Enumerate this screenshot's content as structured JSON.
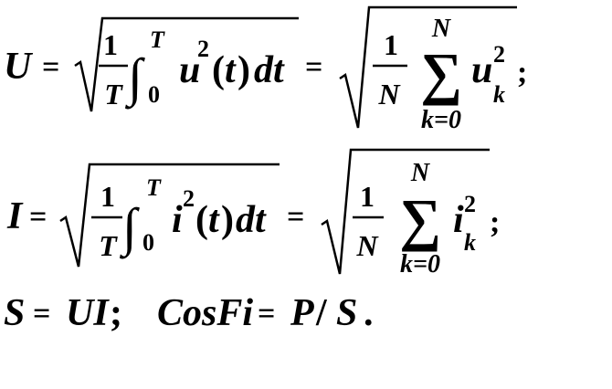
{
  "formulas": {
    "voltage": {
      "lhs": "U",
      "eq1": "=",
      "frac_num": "1",
      "frac_den": "T",
      "int_symbol": "∫",
      "int_upper": "T",
      "int_lower": "0",
      "integrand_var": "u",
      "integrand_exp": "2",
      "paren_open": "(",
      "paren_var": "t",
      "paren_close": ")",
      "dt": "dt",
      "eq2": "=",
      "frac2_num": "1",
      "frac2_den": "N",
      "sum_symbol": "∑",
      "sum_upper": "N",
      "sum_lower": "k=0",
      "term_var": "u",
      "term_exp": "2",
      "term_sub": "k",
      "end": ";"
    },
    "current": {
      "lhs": "I",
      "eq1": "=",
      "frac_num": "1",
      "frac_den": "T",
      "int_symbol": "∫",
      "int_upper": "T",
      "int_lower": "0",
      "integrand_var": "i",
      "integrand_exp": "2",
      "paren_open": "(",
      "paren_var": "t",
      "paren_close": ")",
      "dt": "dt",
      "eq2": "=",
      "frac2_num": "1",
      "frac2_den": "N",
      "sum_symbol": "∑",
      "sum_upper": "N",
      "sum_lower": "k=0",
      "term_var": "i",
      "term_exp": "2",
      "term_sub": "k",
      "end": ";"
    },
    "power": {
      "s": "S",
      "eq1": "=",
      "ui": "UI",
      "semi": ";",
      "cosfi": "CosFi",
      "eq2": "=",
      "p": "P",
      "slash": "/",
      "s2": "S",
      "end": "."
    }
  }
}
